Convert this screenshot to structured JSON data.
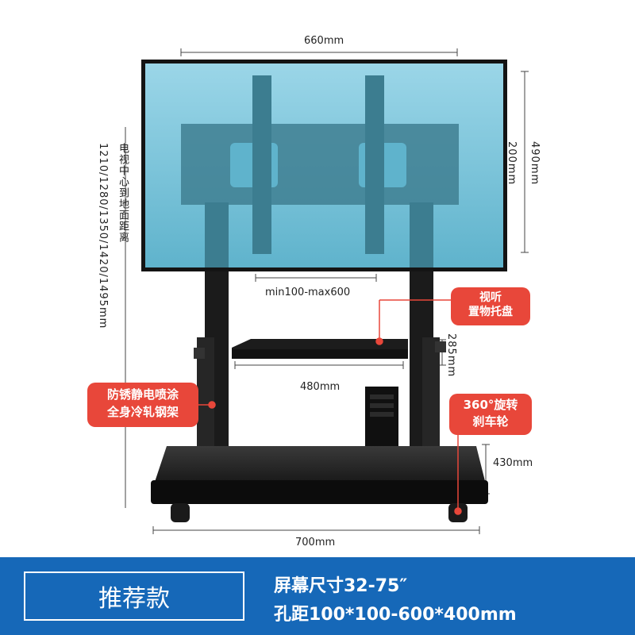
{
  "dimensions": {
    "screen_width": "660mm",
    "screen_height": "490mm",
    "bracket_height": "200mm",
    "hole_range": "min100-max600",
    "tray_width": "480mm",
    "tray_height": "285mm",
    "base_depth": "430mm",
    "base_width": "700mm",
    "center_height": "电视中心到地面距离",
    "center_height_values": "1210/1280/1350/1420/1495mm"
  },
  "callouts": {
    "tray": [
      "视听",
      "置物托盘"
    ],
    "frame": [
      "防锈静电喷涂",
      "全身冷轧钢架"
    ],
    "wheels": [
      "360°旋转",
      "刹车轮"
    ]
  },
  "banner": {
    "badge": "推荐款",
    "spec1": "屏幕尺寸32-75″",
    "spec2": "孔距100*100-600*400mm"
  },
  "colors": {
    "accent_red": "#e8473a",
    "banner_blue": "#1668b8",
    "screen_cyan": "#7cc7dc",
    "frame_dark": "#1b1b1b"
  }
}
